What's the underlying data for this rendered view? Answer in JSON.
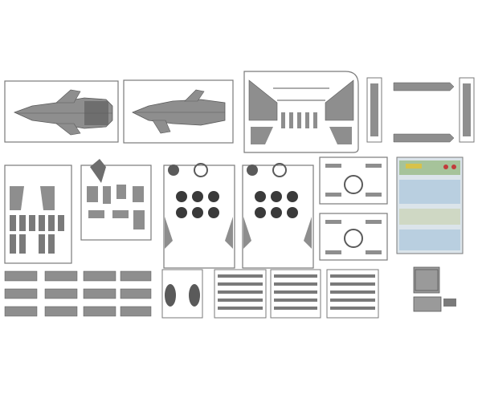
{
  "scene": {
    "subject": "model-kit-sprue-layout",
    "background": "#ffffff"
  },
  "colors": {
    "frame": "#7a7a7a",
    "part_fill": "#8e8e8e",
    "part_dark": "#5a5a5a",
    "part_light": "#bdbdbd",
    "decal_blue": "#b9cfe0",
    "decal_green": "#a6c39a",
    "decal_red": "#c23b3b",
    "decal_yellow": "#d7c24a",
    "pe_brass": "#9a9a9a"
  },
  "components": [
    {
      "name": "fuselage-upper-sprue",
      "kind": "sprue"
    },
    {
      "name": "fuselage-lower-sprue",
      "kind": "sprue"
    },
    {
      "name": "wing-sprue",
      "kind": "sprue"
    },
    {
      "name": "small-parts-sprue-a",
      "kind": "sprue"
    },
    {
      "name": "small-parts-sprue-b",
      "kind": "sprue"
    },
    {
      "name": "wheel-sprue-left",
      "kind": "sprue"
    },
    {
      "name": "wheel-sprue-right",
      "kind": "sprue"
    },
    {
      "name": "pylon-sprue-top",
      "kind": "sprue"
    },
    {
      "name": "pylon-sprue-bottom",
      "kind": "sprue"
    },
    {
      "name": "decal-sheet",
      "kind": "decal"
    },
    {
      "name": "photo-etch-sheet",
      "kind": "photo-etch"
    },
    {
      "name": "clear-parts-sprue",
      "kind": "clear"
    }
  ]
}
